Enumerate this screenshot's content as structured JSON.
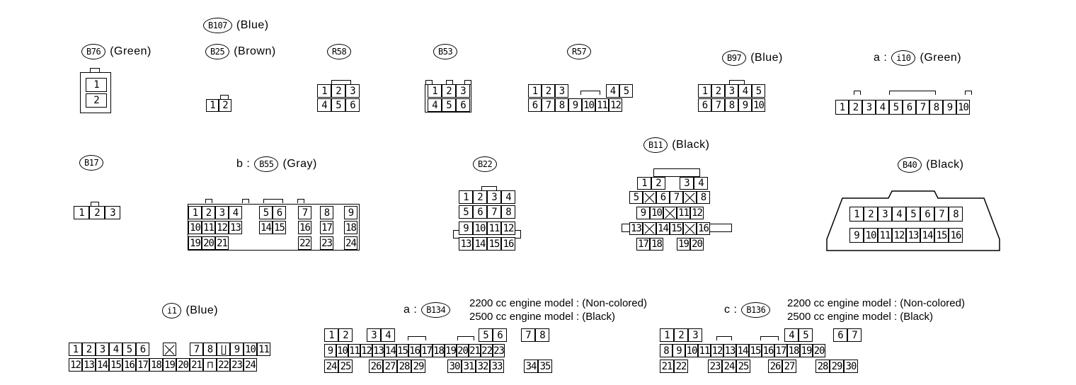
{
  "connectors": {
    "B76": {
      "id": "B76",
      "color": "(Green)"
    },
    "B107": {
      "id": "B107",
      "color": "(Blue)"
    },
    "B25": {
      "id": "B25",
      "color": "(Brown)"
    },
    "R58": {
      "id": "R58"
    },
    "B53": {
      "id": "B53"
    },
    "R57": {
      "id": "R57"
    },
    "B97": {
      "id": "B97",
      "color": "(Blue)"
    },
    "i10": {
      "prefix": "a :",
      "id": "i10",
      "color": "(Green)"
    },
    "B17": {
      "id": "B17"
    },
    "B55": {
      "prefix": "b :",
      "id": "B55",
      "color": "(Gray)"
    },
    "B22": {
      "id": "B22"
    },
    "B11": {
      "id": "B11",
      "color": "(Black)"
    },
    "B40": {
      "id": "B40",
      "color": "(Black)"
    },
    "i1": {
      "id": "i1",
      "color": "(Blue)"
    },
    "B134": {
      "prefix": "a :",
      "id": "B134",
      "line1": "2200 cc engine model : (Non-colored)",
      "line2": "2500 cc engine model : (Black)"
    },
    "B136": {
      "prefix": "c :",
      "id": "B136",
      "line1": "2200 cc engine model : (Non-colored)",
      "line2": "2500 cc engine model : (Black)"
    }
  }
}
